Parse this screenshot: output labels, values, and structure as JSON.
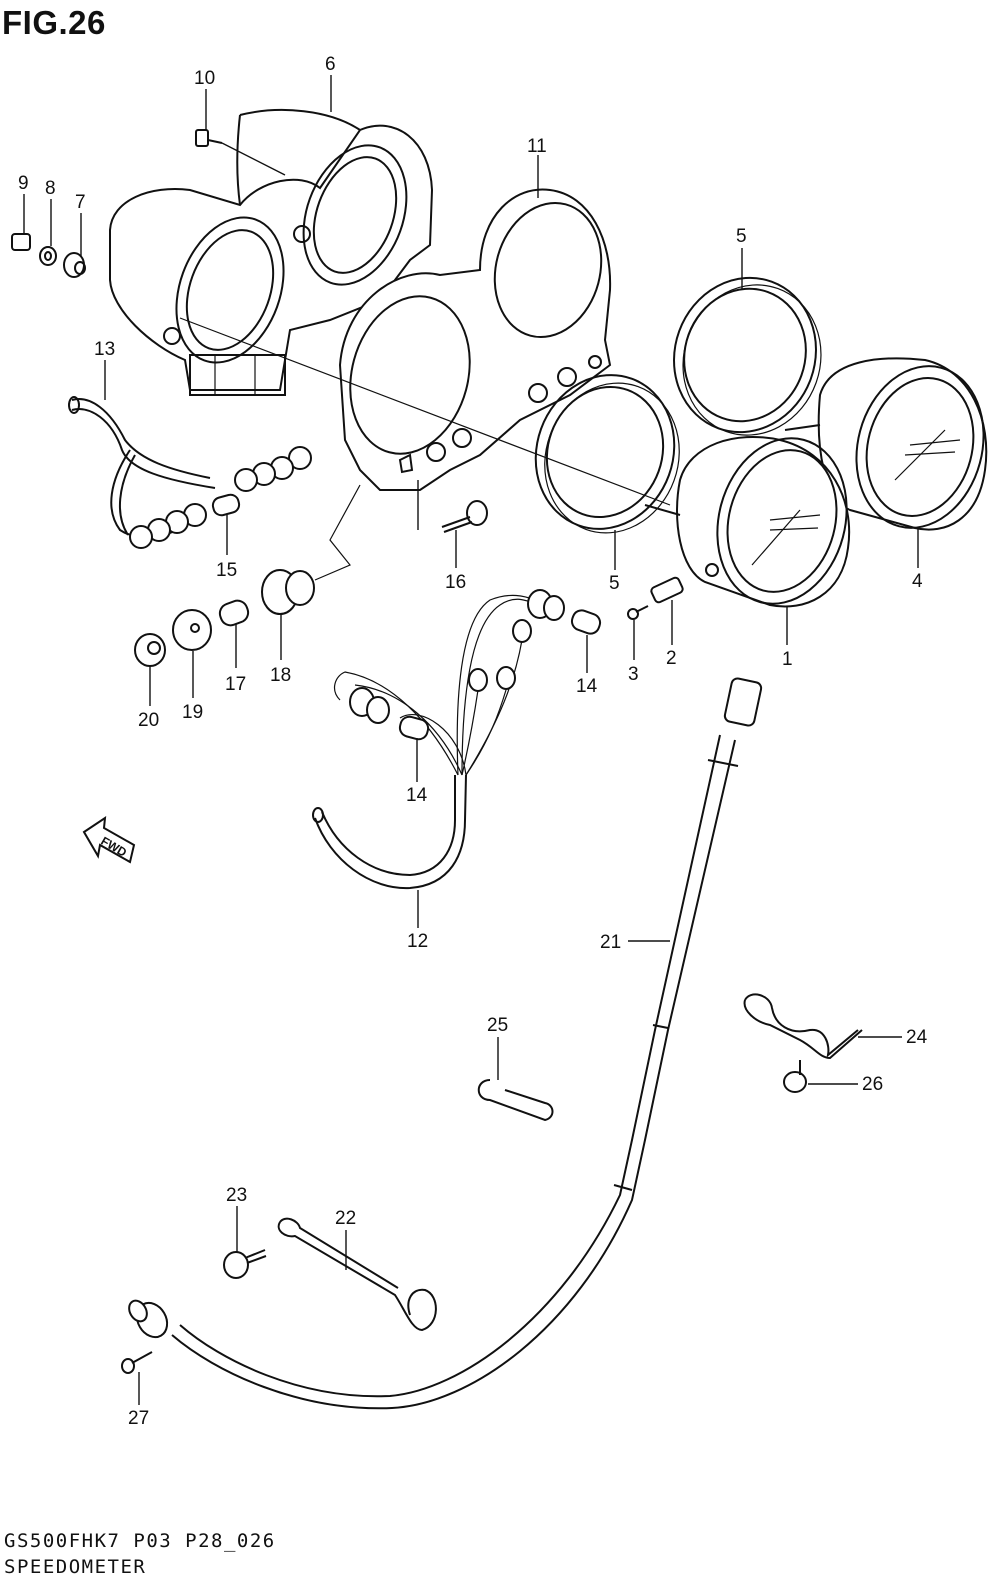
{
  "figure": {
    "title": "FIG.26",
    "code": "GS500FHK7  P03 P28_026",
    "caption": "SPEEDOMETER",
    "fwd_label": "FWD"
  },
  "callouts": [
    "1",
    "2",
    "3",
    "4",
    "5",
    "5",
    "6",
    "7",
    "8",
    "9",
    "10",
    "11",
    "12",
    "13",
    "14",
    "14",
    "15",
    "16",
    "17",
    "18",
    "19",
    "20",
    "21",
    "22",
    "23",
    "24",
    "25",
    "26",
    "27"
  ]
}
